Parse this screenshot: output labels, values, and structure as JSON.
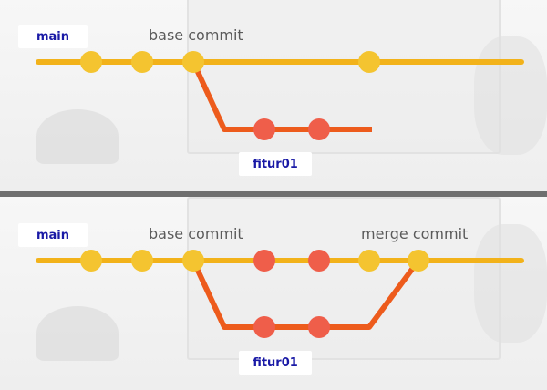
{
  "diagrams": [
    {
      "main_label": "main",
      "base_label": "base commit",
      "feature_label": "fitur01",
      "merge_label": ""
    },
    {
      "main_label": "main",
      "base_label": "base commit",
      "feature_label": "fitur01",
      "merge_label": "merge commit"
    }
  ],
  "colors": {
    "main_line": "#f2b21a",
    "main_commit": "#f4c430",
    "feature_line": "#ed5b1c",
    "feature_commit": "#ef5e4a",
    "label_text": "#1a1aa6",
    "commit_text": "#5a5a5a",
    "divider": "#6f6f6f"
  }
}
